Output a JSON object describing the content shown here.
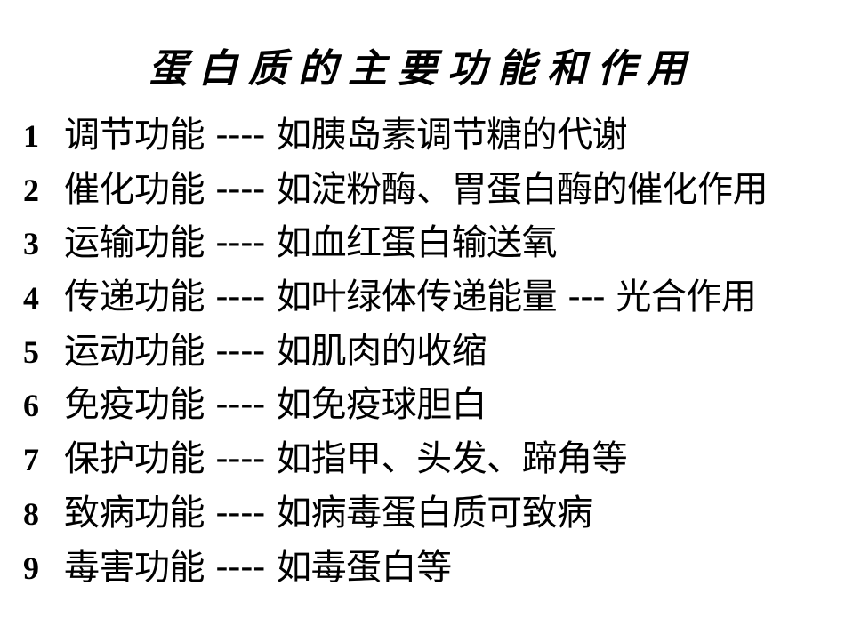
{
  "slide": {
    "title": "蛋白质的主要功能和作用",
    "items": [
      {
        "num": "1",
        "text": "调节功能 ---- 如胰岛素调节糖的代谢"
      },
      {
        "num": "2",
        "text": "催化功能 ---- 如淀粉酶、胃蛋白酶的催化作用"
      },
      {
        "num": "3",
        "text": "运输功能 ---- 如血红蛋白输送氧"
      },
      {
        "num": "4",
        "text": "传递功能 ---- 如叶绿体传递能量 --- 光合作用"
      },
      {
        "num": "5",
        "text": "运动功能 ---- 如肌肉的收缩"
      },
      {
        "num": "6",
        "text": "免疫功能 ---- 如免疫球胆白"
      },
      {
        "num": "7",
        "text": "保护功能 ---- 如指甲、头发、蹄角等"
      },
      {
        "num": "8",
        "text": "致病功能 ---- 如病毒蛋白质可致病"
      },
      {
        "num": "9",
        "text": "毒害功能 ---- 如毒蛋白等"
      }
    ]
  }
}
